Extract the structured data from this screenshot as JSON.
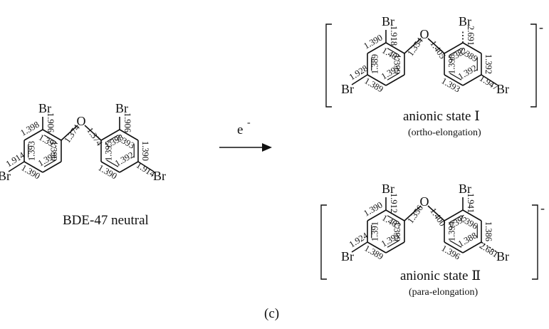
{
  "figure_label": "(c)",
  "reaction": {
    "electron": "e",
    "electron_charge": "-"
  },
  "atoms": {
    "br": "Br",
    "o": "O"
  },
  "neutral": {
    "caption": "BDE-47 neutral",
    "bonds": {
      "a_ortho_br": "1.906",
      "a_c_o": "1.374",
      "a_r1": "1.398",
      "a_r2": "1.395",
      "a_r3": "1.390",
      "a_r4": "1.392",
      "a_r5": "1.390",
      "a_r6": "1.393",
      "a_para_br": "1.914",
      "b_ortho_br": "1.906",
      "b_o_c": "1.374",
      "b_r1": "1.398",
      "b_r2": "1.393",
      "b_r3": "1.390",
      "b_r4": "1.392",
      "b_r5": "1.390",
      "b_r6": "1.395",
      "b_para_br": "1.914"
    }
  },
  "anion1": {
    "caption": "anionic state Ⅰ",
    "subcaption": "(ortho-elongation)",
    "charge": "-",
    "bonds": {
      "a_ortho_br": "1.918",
      "a_c_o": "1.354",
      "a_r1": "1.390",
      "a_r2": "1.405",
      "a_r3": "1.399",
      "a_r4": "1.391",
      "a_r5": "1.389",
      "a_r6": "1.389",
      "a_para_br": "1.928",
      "b_ortho_br": "2.691",
      "b_o_c": "1.405",
      "b_r1": "1.382",
      "b_r2": "1.389",
      "b_r3": "1.392",
      "b_r4": "1.392",
      "b_r5": "1.393",
      "b_r6": "1.398",
      "b_para_br": "1.947"
    }
  },
  "anion2": {
    "caption": "anionic state Ⅱ",
    "subcaption": "(para-elongation)",
    "charge": "-",
    "bonds": {
      "a_ortho_br": "1.912",
      "a_c_o": "1.356",
      "a_r1": "1.390",
      "a_r2": "1.403",
      "a_r3": "1.399",
      "a_r4": "1.391",
      "a_r5": "1.389",
      "a_r6": "1.391",
      "a_para_br": "1.924",
      "b_ortho_br": "1.941",
      "b_o_c": "1.400",
      "b_r1": "1.395",
      "b_r2": "1.396",
      "b_r3": "1.386",
      "b_r4": "1.388",
      "b_r5": "1.396",
      "b_r6": "1.394",
      "b_para_br": "2.681"
    }
  }
}
